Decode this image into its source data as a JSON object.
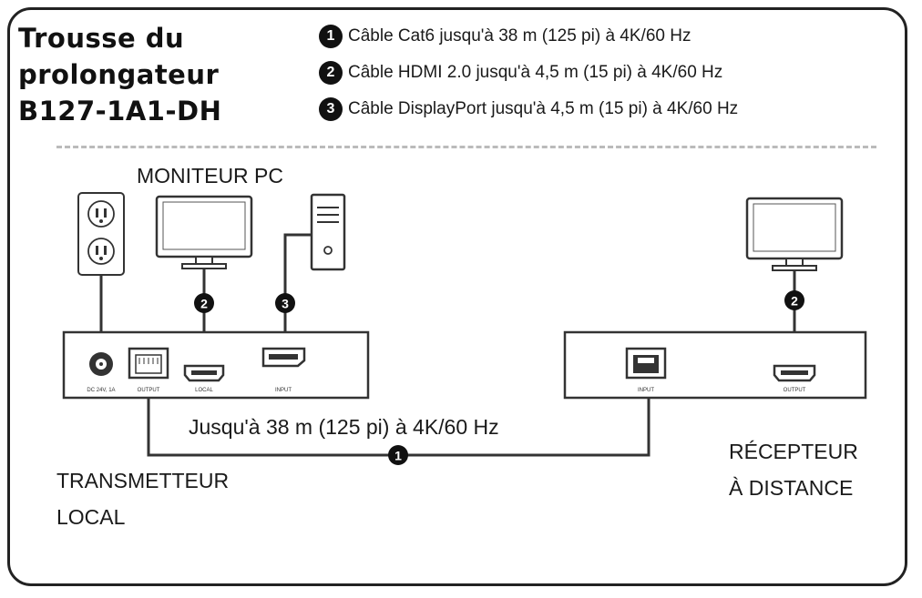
{
  "title": {
    "line1": "Trousse du",
    "line2": "prolongateur",
    "line3": "B127-1A1-DH"
  },
  "legend": [
    {
      "num": "1",
      "text": "Câble Cat6 jusqu'à 38 m (125 pi) à 4K/60 Hz"
    },
    {
      "num": "2",
      "text": "Câble HDMI 2.0 jusqu'à 4,5 m (15 pi) à 4K/60 Hz"
    },
    {
      "num": "3",
      "text": "Câble DisplayPort jusqu'à 4,5 m (15 pi) à 4K/60 Hz"
    }
  ],
  "labels": {
    "monitor_pc": "MONITEUR PC",
    "cable_run": "Jusqu'à 38 m (125 pi) à 4K/60 Hz",
    "transmitter_line1": "TRANSMETTEUR",
    "transmitter_line2": "LOCAL",
    "receiver_line1": "RÉCEPTEUR",
    "receiver_line2": "À DISTANCE"
  },
  "ports": {
    "power": "DC 24V, 1A",
    "output": "OUTPUT",
    "local": "LOCAL",
    "input": "INPUT",
    "rx_input": "INPUT",
    "rx_output": "OUTPUT"
  },
  "badges": {
    "cat6": "1",
    "hdmi": "2",
    "dp": "3"
  }
}
